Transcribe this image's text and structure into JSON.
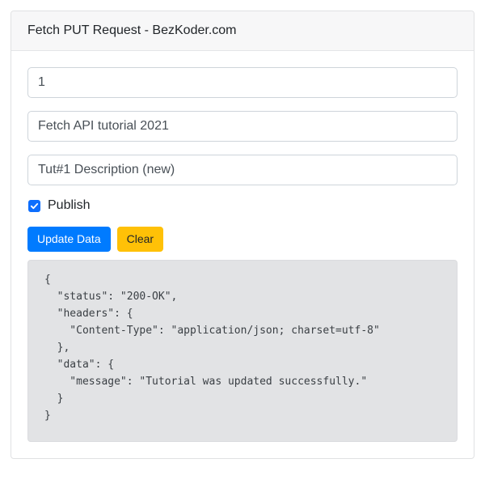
{
  "card": {
    "title": "Fetch PUT Request - BezKoder.com"
  },
  "form": {
    "id": {
      "value": "1"
    },
    "title": {
      "value": "Fetch API tutorial 2021"
    },
    "description": {
      "value": "Tut#1 Description (new)"
    },
    "publish": {
      "label": "Publish",
      "checked": true
    },
    "buttons": {
      "update": "Update Data",
      "clear": "Clear"
    }
  },
  "response": {
    "json": "{\n  \"status\": \"200-OK\",\n  \"headers\": {\n    \"Content-Type\": \"application/json; charset=utf-8\"\n  },\n  \"data\": {\n    \"message\": \"Tutorial was updated successfully.\"\n  }\n}"
  },
  "colors": {
    "primary": "#007bff",
    "warning": "#ffc107",
    "checkbox": "#0d6efd",
    "response_bg": "#e2e3e5"
  }
}
